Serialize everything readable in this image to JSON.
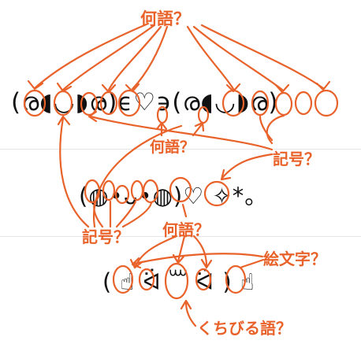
{
  "emoticons": {
    "line1": "(ര◖◡◗ര)ϵ♡϶(ര◖◡◗ര)",
    "line2": "(◍•ᴗ•◍)♡ ✧*。",
    "line3": "( ☝︎ ᐛ ꒶ ᐛ ) ☝︎"
  },
  "labels": {
    "top": "何語？",
    "middle": "何語？",
    "kigou_right": "記号？",
    "kigou_left": "記号？",
    "lower": "何語？",
    "emoji": "絵文字？",
    "lips": "くちびる語？"
  },
  "colors": {
    "accent": "#e8622a",
    "text": "#111111",
    "divider": "#e6e6e6"
  }
}
